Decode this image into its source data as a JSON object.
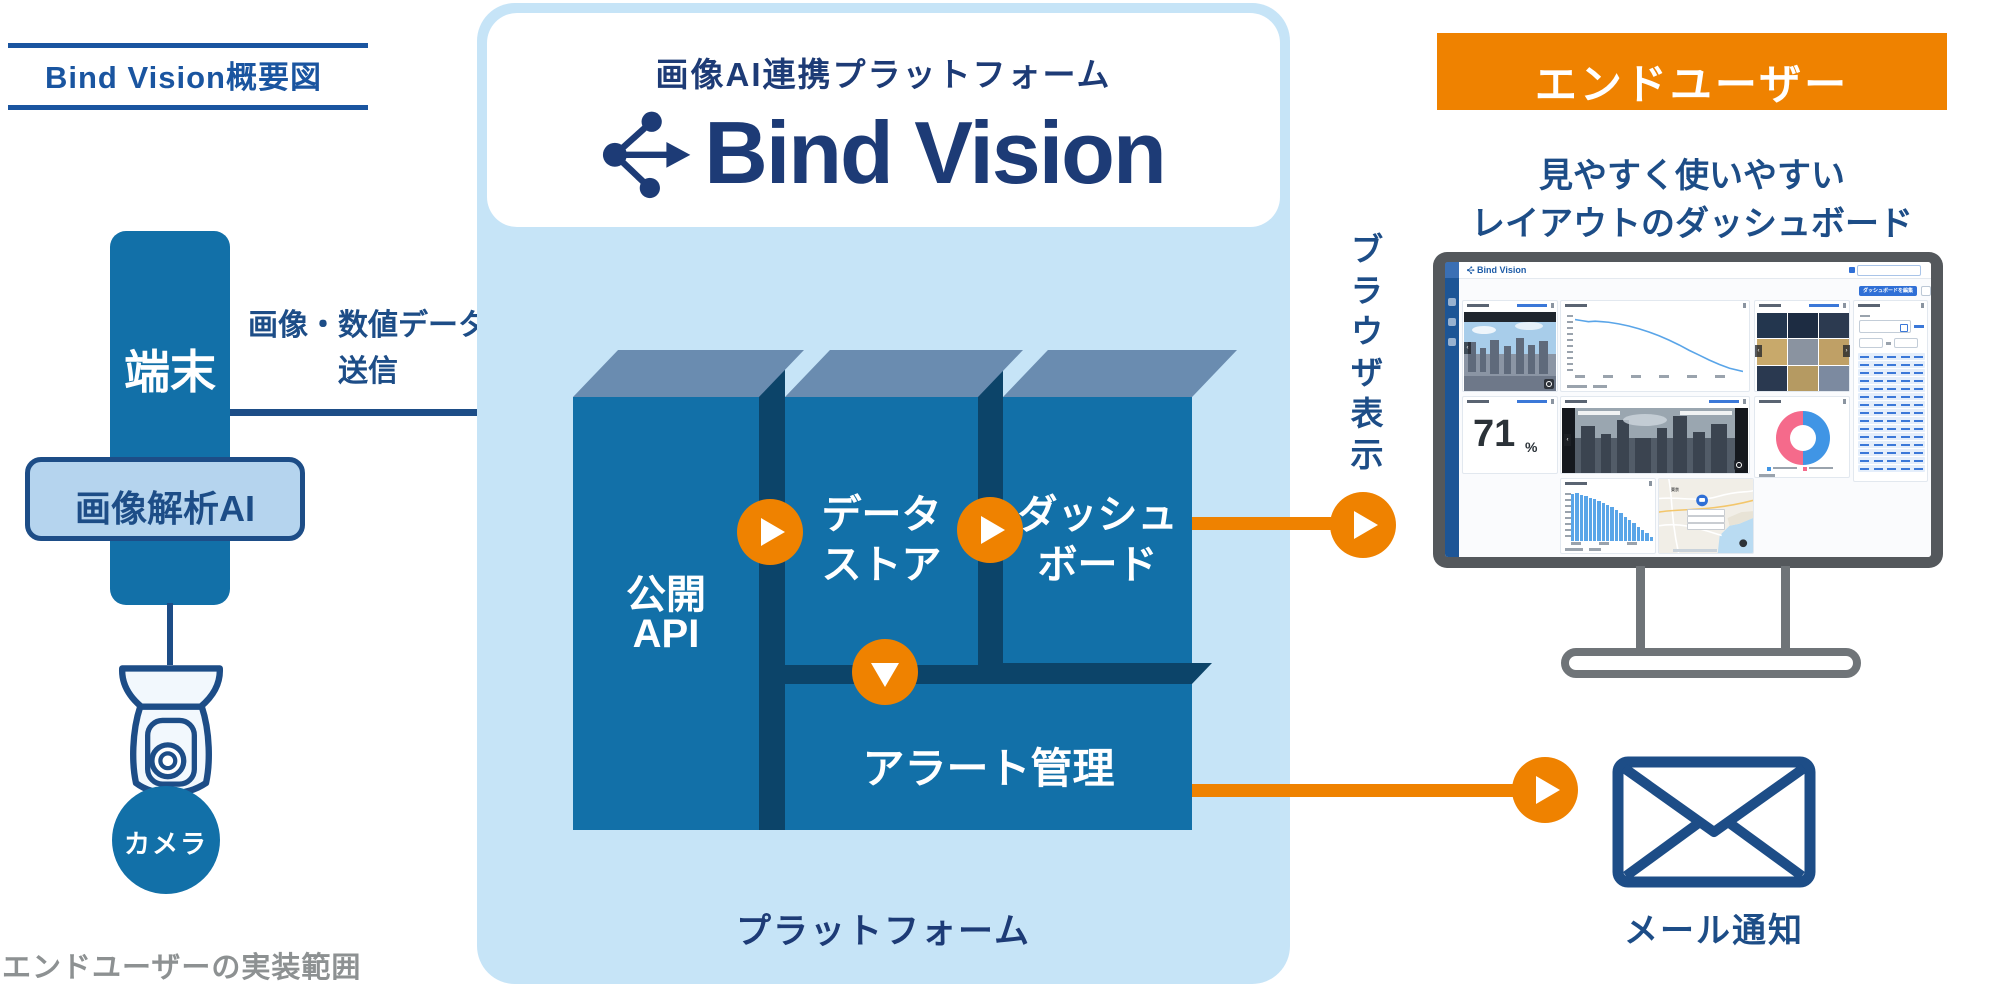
{
  "overview": {
    "title": "Bind Vision概要図"
  },
  "left": {
    "terminal": "端末",
    "image_ai": "画像解析AI",
    "camera": "カメラ",
    "scope_note": "エンドユーザーの実装範囲"
  },
  "flow": {
    "send_line1": "画像・数値データ",
    "send_line2": "送信",
    "browser_display": "ブラウザ表示"
  },
  "platform": {
    "subtitle": "画像AI連携プラットフォーム",
    "logo_text": "Bind Vision",
    "caption": "プラットフォーム",
    "boxes": {
      "api_line1": "公開",
      "api_line2": "API",
      "store_line1": "データ",
      "store_line2": "ストア",
      "dash_line1": "ダッシュ",
      "dash_line2": "ボード",
      "alert": "アラート管理"
    }
  },
  "end_user": {
    "header": "エンドユーザー",
    "sub_line1": "見やすく使いやすい",
    "sub_line2": "レイアウトのダッシュボード",
    "mail_caption": "メール通知"
  },
  "monitor": {
    "app_title": "Bind Vision",
    "edit_button": "ダッシュボードを編集",
    "metric_value": "71",
    "metric_unit": "%",
    "map_label": "東京",
    "photo_grid_colors": [
      "#23364e",
      "#1d2c42",
      "#2c3a50",
      "#c8a96b",
      "#8a93a0",
      "#bfa066",
      "#2a3950",
      "#b59a62",
      "#7c8aa0"
    ],
    "link_table": {
      "rows": 15,
      "cols": 5
    }
  },
  "colors": {
    "navy_text": "#1d4d87",
    "logo_navy": "#1d3b76",
    "box_front": "#1270a8",
    "box_top": "#6a8cb0",
    "box_side": "#0c4469",
    "panel_bg": "#c6e4f7",
    "ai_fill": "#b5d4ee",
    "accent_orange": "#ef8200",
    "scope_gray": "#8d9192",
    "monitor_bezel": "#54585c"
  },
  "chart_data": [
    {
      "id": "trend-line",
      "type": "line",
      "x": [
        0,
        4,
        8,
        12,
        16,
        20,
        26,
        32,
        38,
        44,
        50,
        56,
        62,
        68,
        74,
        80,
        86,
        92,
        100
      ],
      "y": [
        97,
        95,
        93,
        94,
        93,
        92,
        89,
        85,
        80,
        74,
        67,
        59,
        50,
        40,
        31,
        22,
        14,
        7,
        1
      ],
      "ylim": [
        0,
        100
      ],
      "x_tick_count": 6,
      "line_color": "#5aa5e8",
      "title": "",
      "xlabel": "",
      "ylabel": ""
    },
    {
      "id": "duration-bars",
      "type": "bar",
      "values": [
        98,
        99,
        96,
        93,
        90,
        87,
        83,
        79,
        75,
        70,
        64,
        58,
        51,
        44,
        37,
        30,
        23,
        16,
        9
      ],
      "ylim": [
        0,
        100
      ],
      "bar_color": "#5aa5e8",
      "title": "",
      "xlabel": "",
      "ylabel": ""
    },
    {
      "id": "ratio-donut",
      "type": "pie",
      "slices": [
        {
          "label": "series-blue",
          "value": 50,
          "color": "#4095e5"
        },
        {
          "label": "series-pink",
          "value": 50,
          "color": "#f56a8b"
        }
      ],
      "title": ""
    }
  ]
}
